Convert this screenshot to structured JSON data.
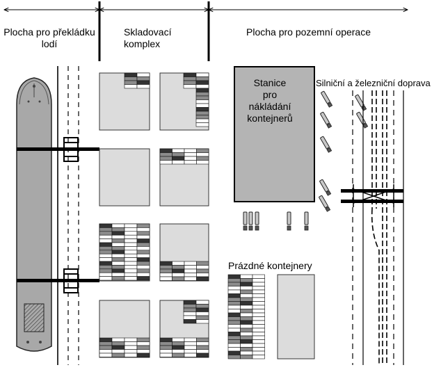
{
  "zones": {
    "ship_transfer": "Plocha pro překládku",
    "ship_transfer_line2": "lodí",
    "storage": "Skladovací",
    "storage_line2": "komplex",
    "ground_ops": "Plocha pro pozemní operace"
  },
  "labels": {
    "station_l1": "Stanice",
    "station_l2": "pro",
    "station_l3": "nákládání",
    "station_l4": "kontejnerů",
    "road_rail": "Silniční a železniční doprava",
    "empty": "Prázdné kontejnery"
  },
  "colors": {
    "block_fill": "#dcdcdc",
    "ship_fill": "#a8a8a8",
    "station_fill": "#b4b4b4",
    "dark": "#333333",
    "mid": "#8c8c8c",
    "light": "#ffffff"
  }
}
